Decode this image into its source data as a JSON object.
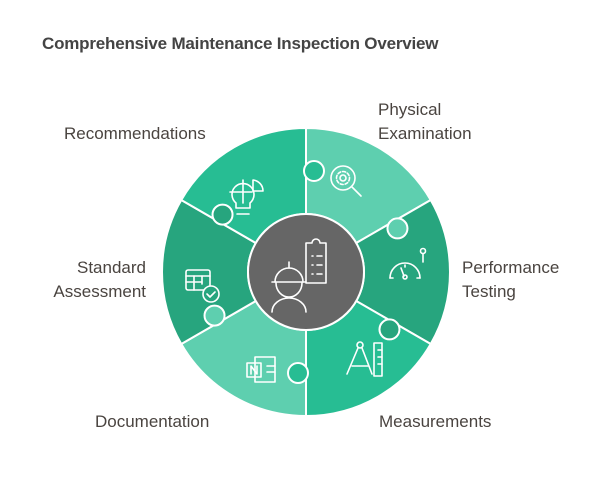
{
  "title": "Comprehensive Maintenance Inspection Overview",
  "center": {
    "icon": "inspector-with-clipboard-icon"
  },
  "segments": [
    {
      "label_line1": "Physical",
      "label_line2": "Examination",
      "icon": "gear-magnifier-icon",
      "color": "#5ECFAF"
    },
    {
      "label_line1": "Performance",
      "label_line2": "Testing",
      "icon": "speedometer-icon",
      "color": "#27A57E"
    },
    {
      "label_line1": "Measurements",
      "label_line2": "",
      "icon": "compass-ruler-icon",
      "color": "#27BD93"
    },
    {
      "label_line1": "Documentation",
      "label_line2": "",
      "icon": "notebook-icon",
      "color": "#5ECFAF"
    },
    {
      "label_line1": "Standard",
      "label_line2": "Assessment",
      "icon": "table-check-icon",
      "color": "#27A57E"
    },
    {
      "label_line1": "Recommendations",
      "label_line2": "",
      "icon": "lightbulb-chart-icon",
      "color": "#27BD93"
    }
  ],
  "colors": {
    "center": "#666666",
    "divider": "#ffffff",
    "text": "#4a4440"
  }
}
